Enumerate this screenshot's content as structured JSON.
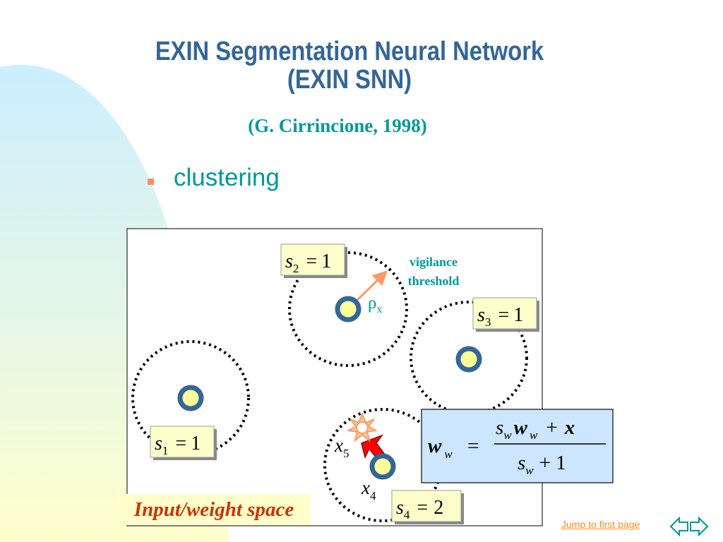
{
  "slide": {
    "title_line1": "EXIN Segmentation Neural Network",
    "title_line2": "(EXIN SNN)",
    "author": "(G. Cirrincione, 1998)",
    "bullet": "clustering"
  },
  "diagram": {
    "space_label": "Input/weight space",
    "vigilance_line1": "vigilance",
    "vigilance_line2": "threshold",
    "rho_symbol": "ρ",
    "rho_subscript": "x",
    "s_symbol": "s",
    "equals": "=",
    "clusters": [
      {
        "sub": "1",
        "value": "1"
      },
      {
        "sub": "2",
        "value": "1"
      },
      {
        "sub": "3",
        "value": "1"
      },
      {
        "sub": "4",
        "value": "2"
      }
    ],
    "x5_symbol": "x",
    "x5_sub": "5",
    "x4_symbol": "x",
    "x4_sub": "4",
    "formula": {
      "lhs_w": "w",
      "lhs_sub": "w",
      "equals": "=",
      "num_s": "s",
      "num_s_sub": "w",
      "num_w": "w",
      "num_w_sub": "w",
      "num_plus": "+",
      "num_x": "x",
      "den_s": "s",
      "den_s_sub": "w",
      "den_plus_one": "+ 1"
    }
  },
  "nav": {
    "jump_link": "Jump to first page"
  },
  "colors": {
    "title": "#336699",
    "teal_text": "#009999",
    "node": "#336699",
    "node_fill": "#ffff99",
    "label_box": "#ffffcc",
    "formula_box": "#cce6ff",
    "space_label_text": "#cc3300",
    "arrow_orange": "#ff9966",
    "arrow_red": "#ff0000",
    "link": "#ff8c1a"
  }
}
